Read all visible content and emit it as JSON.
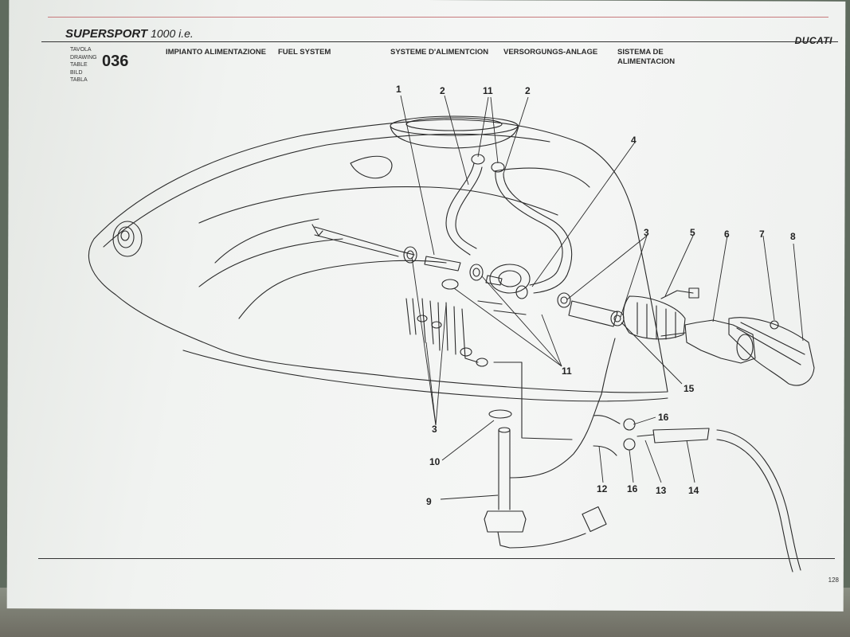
{
  "header": {
    "model_name": "SUPERSPORT",
    "model_sub": "1000 i.e.",
    "brand": "DUCATI",
    "label_words": [
      "TAVOLA",
      "DRAWING",
      "TABLE",
      "BILD",
      "TABLA"
    ],
    "table_number": "036",
    "titles": [
      "IMPIANTO ALIMENTAZIONE",
      "FUEL SYSTEM",
      "SYSTEME D'ALIMENTCION",
      "VERSORGUNGS-ANLAGE",
      "SISTEMA DE ALIMENTACION"
    ]
  },
  "callouts": {
    "c1": "1",
    "c2a": "2",
    "c11a": "11",
    "c2b": "2",
    "c4": "4",
    "c3a": "3",
    "c5": "5",
    "c6": "6",
    "c7": "7",
    "c8": "8",
    "c15": "15",
    "c11b": "11",
    "c3b": "3",
    "c16a": "16",
    "c10": "10",
    "c12": "12",
    "c16b": "16",
    "c13": "13",
    "c14": "14",
    "c9": "9"
  },
  "footer": {
    "page_number": "128"
  },
  "colors": {
    "background": "#5f6b5e",
    "paper": "#f2f3f1",
    "header_rule": "#c77a7c",
    "ink": "#222222"
  }
}
